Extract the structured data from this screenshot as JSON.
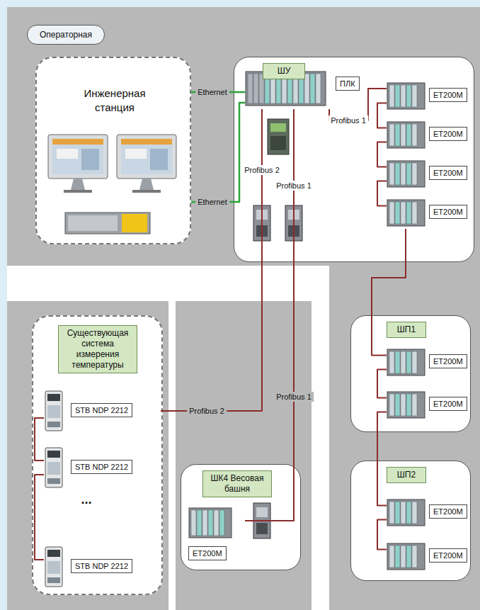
{
  "diagram": {
    "nodes": [
      {
        "text": [
          "Операторная"
        ]
      },
      {
        "text": [
          "Инженерная станция"
        ]
      },
      {
        "text": [
          "ШУ"
        ]
      },
      {
        "text": [
          "ПЛК"
        ],
        "in": 2
      },
      {
        "text": [
          "ET200M"
        ],
        "in": 2
      },
      {
        "text": [
          "ET200M"
        ],
        "in": 2
      },
      {
        "text": [
          "ET200M"
        ],
        "in": 2
      },
      {
        "text": [
          "ET200M"
        ],
        "in": 2
      },
      {
        "text": [
          "Существующая система измерения температуры"
        ]
      },
      {
        "text": [
          "STB NDP 2212"
        ],
        "in": 8
      },
      {
        "text": [
          "STB NDP 2212"
        ],
        "in": 8
      },
      {
        "text": [
          "STB NDP 2212"
        ],
        "in": 8
      },
      {
        "text": [
          "ШК4 Весовая башня"
        ]
      },
      {
        "text": [
          "ET200M"
        ],
        "in": 12
      },
      {
        "text": [
          "ШП1"
        ]
      },
      {
        "text": [
          "ET200M"
        ],
        "in": 14
      },
      {
        "text": [
          "ET200M"
        ],
        "in": 14
      },
      {
        "text": [
          "ШП2"
        ]
      },
      {
        "text": [
          "ET200M"
        ],
        "in": 17
      },
      {
        "text": [
          "ET200M"
        ],
        "in": 17
      }
    ],
    "edges": [
      {
        "from": 1,
        "to": 3,
        "label": "Ethernet",
        "arrow": "none"
      },
      {
        "from": 1,
        "to": 3,
        "label": "Ethernet",
        "arrow": "none"
      },
      {
        "from": 3,
        "to": 4,
        "label": "Profibus 1",
        "arrow": "none"
      },
      {
        "from": 4,
        "to": 5,
        "arrow": "none"
      },
      {
        "from": 5,
        "to": 6,
        "arrow": "none"
      },
      {
        "from": 6,
        "to": 7,
        "arrow": "none"
      },
      {
        "from": 7,
        "to": 15,
        "arrow": "none"
      },
      {
        "from": 15,
        "to": 16,
        "arrow": "none"
      },
      {
        "from": 16,
        "to": 18,
        "arrow": "none"
      },
      {
        "from": 18,
        "to": 19,
        "arrow": "none"
      },
      {
        "from": 3,
        "to": 9,
        "label": "Profibus 2",
        "arrow": "none"
      },
      {
        "from": 9,
        "to": 10,
        "arrow": "none"
      },
      {
        "from": 10,
        "to": 11,
        "arrow": "none"
      },
      {
        "from": 3,
        "to": 13,
        "label": "Profibus 1",
        "arrow": "none"
      }
    ],
    "labels": [
      "Profibus 2",
      "Profibus 1",
      "..."
    ]
  }
}
